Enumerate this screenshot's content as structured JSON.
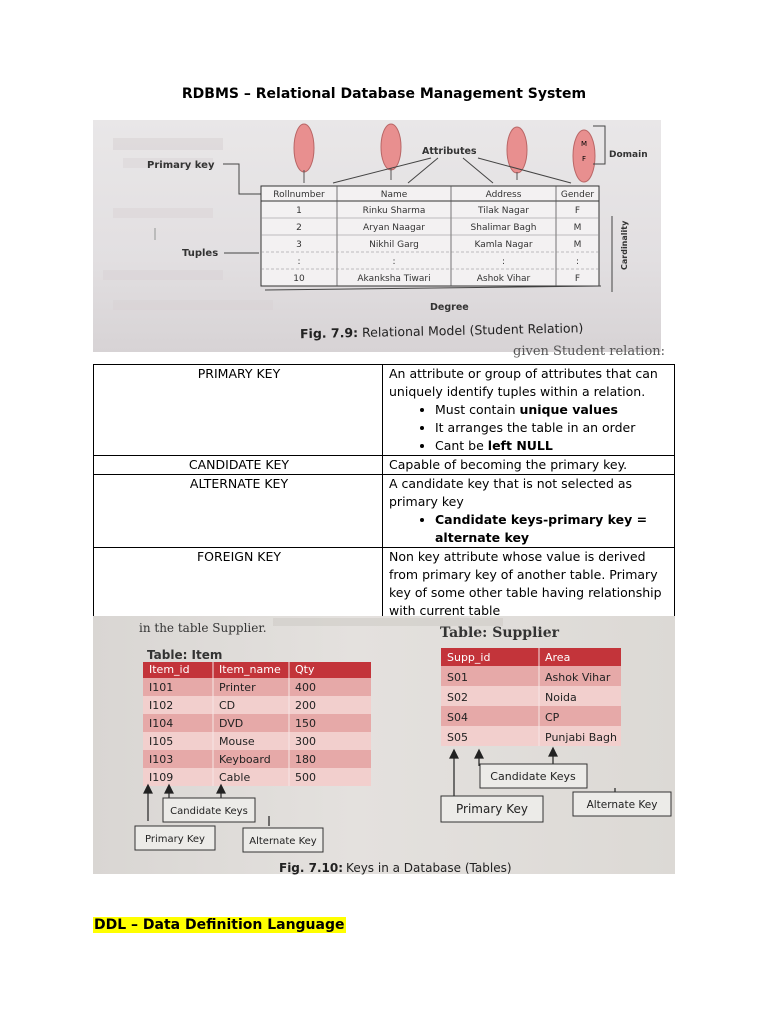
{
  "document": {
    "title": "RDBMS – Relational Database Management System",
    "ddl_heading": "DDL – Data Definition Language"
  },
  "figure1": {
    "labels": {
      "primary_key": "Primary key",
      "attributes": "Attributes",
      "domain": "Domain",
      "tuples": "Tuples",
      "cardinality": "Cardinality",
      "degree": "Degree",
      "caption_bold": "Fig. 7.9:",
      "caption_text": "Relational Model (Student Relation)",
      "cut_text": "given Student relation:"
    },
    "domain_values": [
      "M",
      "F"
    ],
    "columns": [
      "Rollnumber",
      "Name",
      "Address",
      "Gender"
    ],
    "rows": [
      [
        "1",
        "Rinku Sharma",
        "Tilak Nagar",
        "F"
      ],
      [
        "2",
        "Aryan Naagar",
        "Shalimar Bagh",
        "M"
      ],
      [
        "3",
        "Nikhil Garg",
        "Kamla Nagar",
        "M"
      ],
      [
        ":",
        ":",
        ":",
        ":"
      ],
      [
        "10",
        "Akanksha Tiwari",
        "Ashok Vihar",
        "F"
      ]
    ]
  },
  "key_table": {
    "primary": {
      "term": "PRIMARY KEY",
      "description": "An attribute or group of attributes that can uniquely identify tuples within a relation.",
      "bullet1_text": "Must contain ",
      "bullet1_bold": "unique values",
      "bullet2_text": "It arranges the table in an order",
      "bullet3_text": "Cant be ",
      "bullet3_bold": "left NULL"
    },
    "candidate": {
      "term": "CANDIDATE KEY",
      "description": "Capable of becoming the primary key."
    },
    "alternate": {
      "term": "ALTERNATE KEY",
      "description": "A candidate key that is not selected as primary key",
      "bullet_bold": "Candidate keys-primary key = alternate key"
    },
    "foreign": {
      "term": "FOREIGN KEY",
      "description": "Non key attribute whose value is derived from primary key of another table. Primary key of some other table having relationship with current table"
    }
  },
  "figure2": {
    "intro": "in the table Supplier.",
    "item_table": {
      "title": "Table: Item",
      "columns": [
        "Item_id",
        "Item_name",
        "Qty"
      ],
      "rows": [
        [
          "I101",
          "Printer",
          "400"
        ],
        [
          "I102",
          "CD",
          "200"
        ],
        [
          "I104",
          "DVD",
          "150"
        ],
        [
          "I105",
          "Mouse",
          "300"
        ],
        [
          "I103",
          "Keyboard",
          "180"
        ],
        [
          "I109",
          "Cable",
          "500"
        ]
      ],
      "candidate_keys": "Candidate Keys",
      "primary_key": "Primary Key",
      "alternate_key": "Alternate Key"
    },
    "supplier_table": {
      "title": "Table: Supplier",
      "columns": [
        "Supp_id",
        "Area"
      ],
      "rows": [
        [
          "S01",
          "Ashok Vihar"
        ],
        [
          "S02",
          "Noida"
        ],
        [
          "S04",
          "CP"
        ],
        [
          "S05",
          "Punjabi Bagh"
        ]
      ],
      "candidate_keys": "Candidate Keys",
      "primary_key": "Primary Key",
      "alternate_key": "Alternate Key"
    },
    "caption_bold": "Fig. 7.10:",
    "caption_text": "Keys in a Database (Tables)"
  },
  "colors": {
    "header_red": "#c3343a",
    "row_pink_dark": "#e6a9a8",
    "row_pink_light": "#f2cfcd",
    "leaf_pink": "#e88f8f",
    "highlight": "#ffff00"
  }
}
